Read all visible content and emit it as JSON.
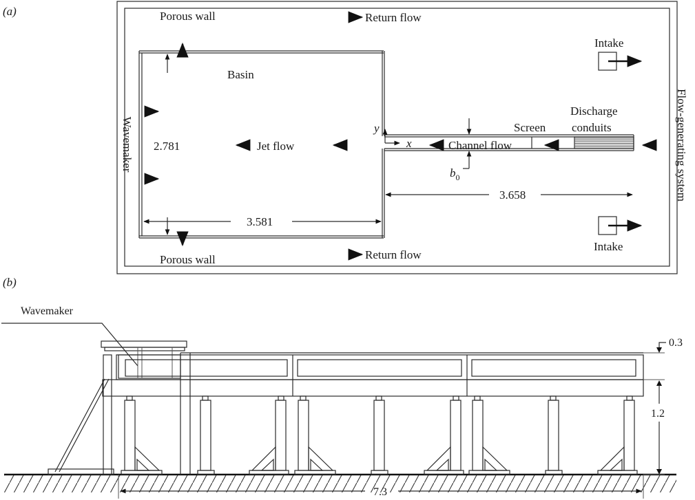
{
  "panel_a": {
    "label": "(a)",
    "porous_wall_top": "Porous wall",
    "porous_wall_bottom": "Porous wall",
    "return_flow_top": "Return flow",
    "return_flow_bottom": "Return flow",
    "basin": "Basin",
    "wavemaker": "Wavemaker",
    "basin_width": "2.781",
    "basin_length": "3.581",
    "channel_length": "3.658",
    "jet_flow": "Jet flow",
    "channel_flow": "Channel flow",
    "screen": "Screen",
    "discharge_line1": "Discharge",
    "discharge_line2": "conduits",
    "intake_top": "Intake",
    "intake_bottom": "Intake",
    "flow_generating": "Flow-generating system",
    "axis_x": "x",
    "axis_y": "y",
    "b0_main": "b",
    "b0_sub": "0"
  },
  "panel_b": {
    "label": "(b)",
    "wavemaker": "Wavemaker",
    "dim_top": "0.3",
    "dim_height": "1.2",
    "dim_length": "7.3"
  }
}
